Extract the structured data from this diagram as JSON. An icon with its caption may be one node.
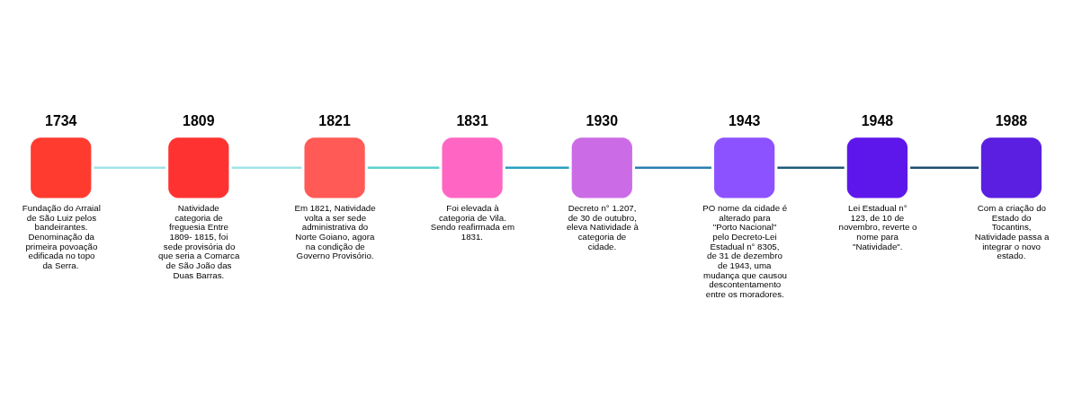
{
  "diagram": {
    "nodes": [
      {
        "text": [
          "1734"
        ],
        "beside": [
          "Fundação do Arraial de São Luiz pelos bandeirantes. Denominação da primeira povoação edificada no topo da Serra."
        ]
      },
      {
        "text": [
          "1809"
        ],
        "beside": [
          "Natividade categoria de freguesia Entre 1809- 1815, foi sede provisória do que seria a Comarca de São João das Duas Barras."
        ]
      },
      {
        "text": [
          "1821"
        ],
        "beside": [
          "Em 1821, Natividade volta a ser sede administrativa do Norte Goiano, agora na condição de Governo Provisório."
        ]
      },
      {
        "text": [
          "1831"
        ],
        "beside": [
          "Foi elevada à categoria de Vila. Sendo reafirmada em 1831."
        ]
      },
      {
        "text": [
          "1930"
        ],
        "beside": [
          "Decreto n° 1.207, de 30 de outubro, eleva Natividade à categoria de cidade."
        ]
      },
      {
        "text": [
          "1943"
        ],
        "beside": [
          "PO nome da cidade é alterado para \"Porto Nacional\" pelo Decreto-Lei Estadual n° 8305, de 31 de dezembro de 1943, uma mudança que causou descontentamento entre os moradores."
        ]
      },
      {
        "text": [
          "1948"
        ],
        "beside": [
          "Lei Estadual n° 123, de 10 de novembro, reverte o nome para \"Natividade\"."
        ]
      },
      {
        "text": [
          "1988"
        ],
        "beside": [
          "Com a criação do Estado do Tocantins, Natividade passa a integrar o novo estado."
        ]
      }
    ],
    "edges": [
      {
        "from": 0,
        "to": 1,
        "arrow": "none",
        "color": "#a0e4e8"
      },
      {
        "from": 1,
        "to": 2,
        "arrow": "none",
        "color": "#a0e4e8"
      },
      {
        "from": 2,
        "to": 3,
        "arrow": "none",
        "color": "#5cd0d0"
      },
      {
        "from": 3,
        "to": 4,
        "arrow": "none",
        "color": "#2aa0c0"
      },
      {
        "from": 4,
        "to": 5,
        "arrow": "none",
        "color": "#2a80b0"
      },
      {
        "from": 5,
        "to": 6,
        "arrow": "none",
        "color": "#1f5a7a"
      },
      {
        "from": 6,
        "to": 7,
        "arrow": "none",
        "color": "#1f4f70"
      }
    ]
  }
}
